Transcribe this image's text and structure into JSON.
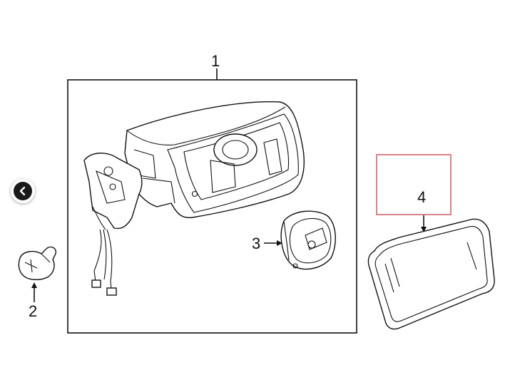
{
  "callouts": {
    "c1": "1",
    "c2": "2",
    "c3": "3",
    "c4": "4"
  },
  "highlight_color": "#d9828b",
  "nav": {
    "icon": "chevron-left-icon"
  }
}
